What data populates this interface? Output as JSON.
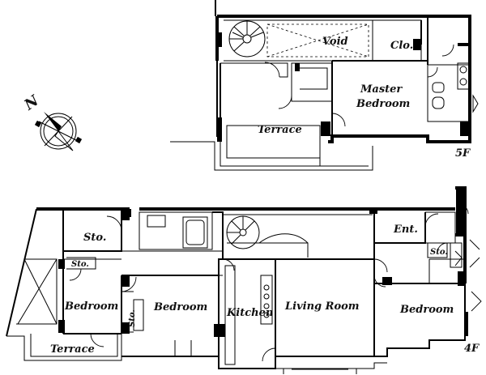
{
  "floors": {
    "upper": {
      "label": "5F",
      "rooms": {
        "void": "Void",
        "closet": "Clo.",
        "master_bedroom_line1": "Master",
        "master_bedroom_line2": "Bedroom",
        "terrace": "Terrace"
      }
    },
    "lower": {
      "label": "4F",
      "rooms": {
        "storage_left": "Sto.",
        "storage_small": "Sto.",
        "bedroom_left": "Bedroom",
        "storage_vertical": "Sto.",
        "bedroom_middle": "Bedroom",
        "kitchen": "Kitchen",
        "living_room": "Living Room",
        "entrance": "Ent.",
        "storage_entrance": "Sto.",
        "bedroom_right": "Bedroom",
        "terrace": "Terrace"
      }
    }
  },
  "compass": {
    "north_label": "N",
    "icon": "compass-rose-icon"
  }
}
